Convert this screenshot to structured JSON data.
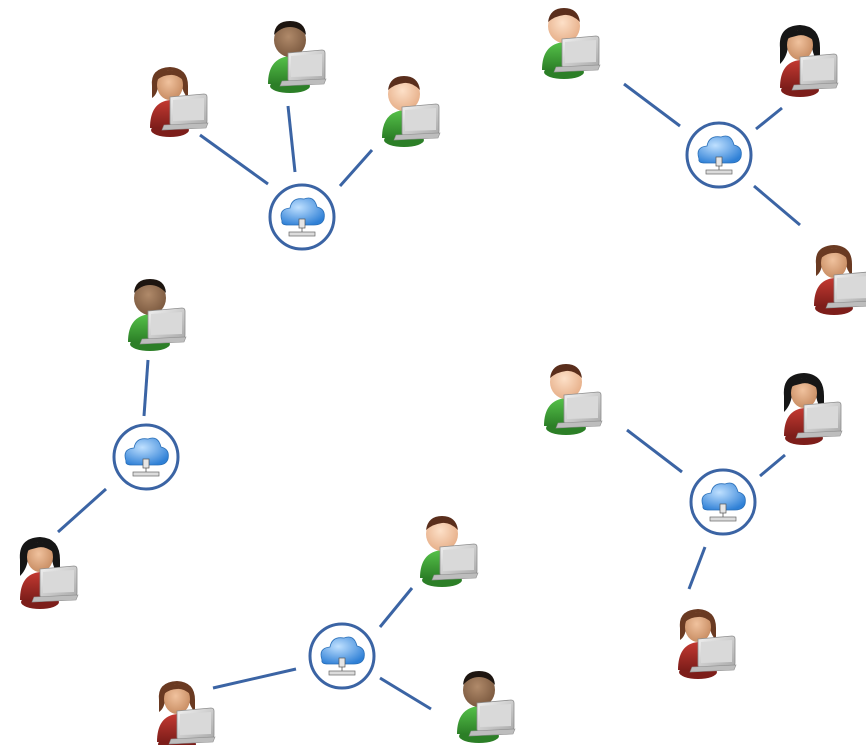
{
  "diagram": {
    "background": "#ffffff",
    "link_color": "#3b64a4",
    "hub_ring_color": "#3b64a4",
    "cloud_color": "#4a9be8",
    "person_types": {
      "green": {
        "shirt": "#3fa637",
        "shirt_dark": "#2c7f27"
      },
      "red": {
        "shirt": "#a9302a",
        "shirt_dark": "#7d1e1a"
      }
    },
    "networks": [
      {
        "name": "network-top-left",
        "hub_icon": "cloud-server-icon",
        "members": [
          "red-person",
          "green-person",
          "green-person"
        ]
      },
      {
        "name": "network-top-right",
        "hub_icon": "cloud-server-icon",
        "members": [
          "green-person",
          "red-person",
          "red-person"
        ]
      },
      {
        "name": "network-middle-left",
        "hub_icon": "cloud-server-icon",
        "members": [
          "green-person",
          "red-person"
        ]
      },
      {
        "name": "network-bottom-center",
        "hub_icon": "cloud-server-icon",
        "members": [
          "green-person",
          "red-person",
          "green-person"
        ]
      },
      {
        "name": "network-bottom-right",
        "hub_icon": "cloud-server-icon",
        "members": [
          "green-person",
          "red-person",
          "red-person"
        ]
      }
    ]
  }
}
